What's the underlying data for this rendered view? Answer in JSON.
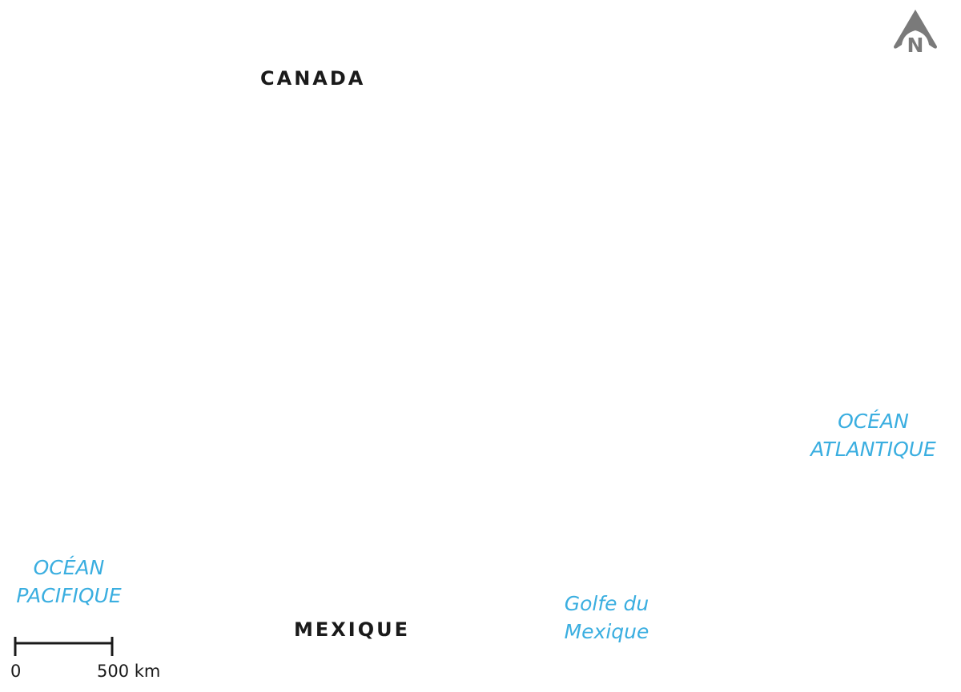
{
  "map": {
    "countries": {
      "canada": "CANADA",
      "mexique": "MEXIQUE"
    },
    "water_bodies": {
      "ocean_pacifique": {
        "line1": "OCÉAN",
        "line2": "PACIFIQUE"
      },
      "ocean_atlantique": {
        "line1": "OCÉAN",
        "line2": "ATLANTIQUE"
      },
      "golfe_du_mexique": {
        "line1": "Golfe du",
        "line2": "Mexique"
      }
    },
    "north_arrow": {
      "label": "N",
      "icon": "north-arrow-icon"
    },
    "scale": {
      "start_label": "0",
      "end_label": "500 km"
    },
    "colors": {
      "country_label": "#1a1a1a",
      "water_label": "#3aaee0",
      "north_arrow": "#7a7a7a",
      "background": "#ffffff"
    }
  }
}
